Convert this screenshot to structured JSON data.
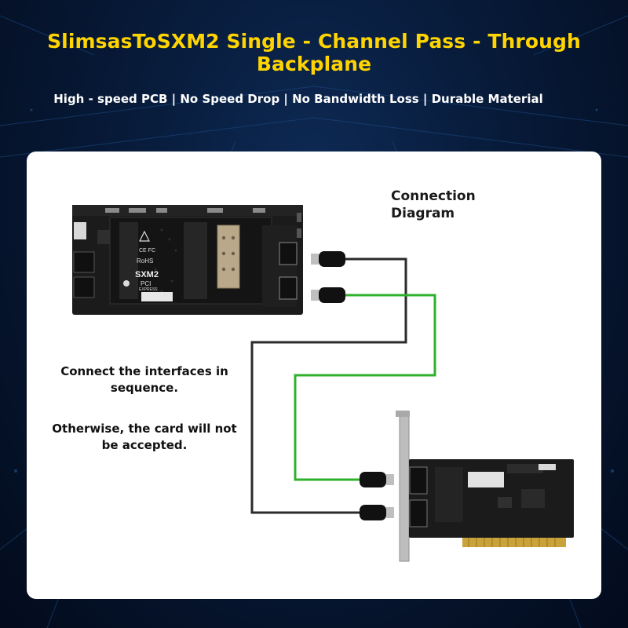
{
  "header": {
    "title": "SlimsasToSXM2 Single - Channel Pass - Through Backplane",
    "subtitle": "High - speed PCB | No Speed Drop | No Bandwidth Loss | Durable Material"
  },
  "diagram": {
    "title_line1": "Connection",
    "title_line2": "Diagram",
    "note_1_line1": "Connect the interfaces in",
    "note_1_line2": "sequence.",
    "note_2_line1": "Otherwise, the card will not",
    "note_2_line2": "be accepted."
  },
  "board_top": {
    "label_main": "SXM2",
    "label_rohs": "RoHS",
    "label_ce": "CE FC",
    "label_pci": "PCI",
    "label_express": "EXPRESS"
  },
  "colors": {
    "title": "#ffd400",
    "cable_black": "#2b2b2b",
    "cable_green": "#2fb12c",
    "pcb": "#1b1b1b",
    "bracket": "#b8b8b8",
    "gold": "#c9a23a"
  }
}
